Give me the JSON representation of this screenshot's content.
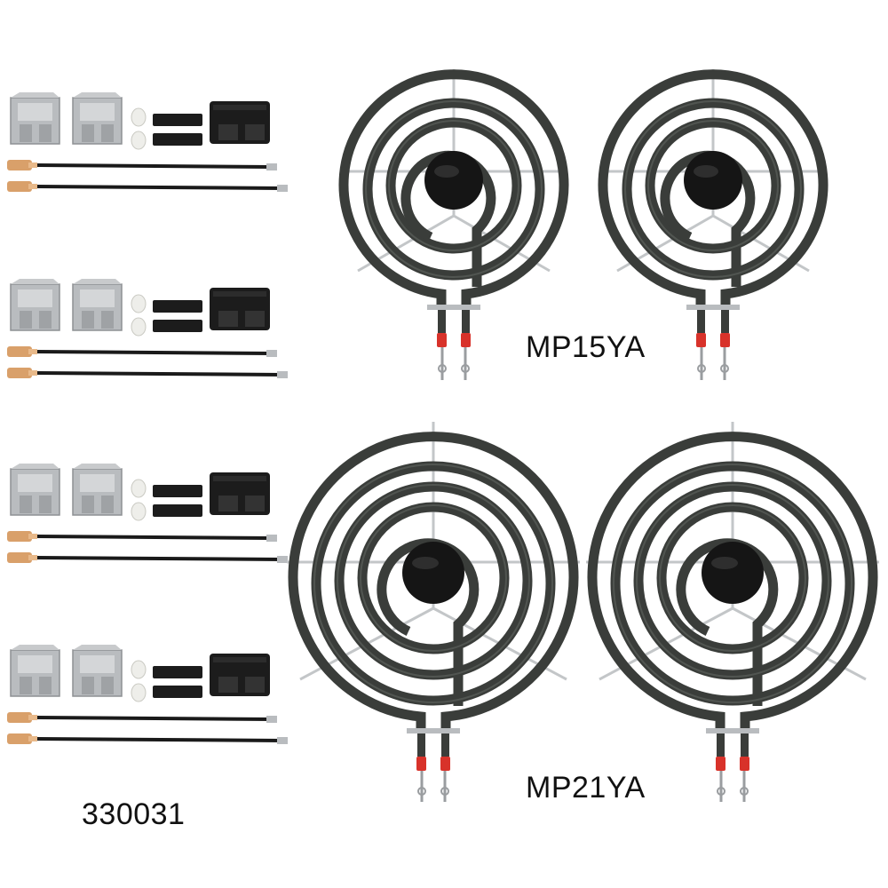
{
  "products": {
    "small_burner_label": "MP15YA",
    "large_burner_label": "MP21YA",
    "kit_label": "330031"
  },
  "counts": {
    "small_burners": 2,
    "large_burners": 2,
    "repair_kits": 4
  },
  "colors": {
    "background": "#ffffff",
    "coil": "#3a3d3a",
    "coil_highlight": "#5b605b",
    "center_cap": "#151515",
    "wire": "#1a1a1a",
    "terminal": "#d9a06a",
    "sleeve_red": "#d8322a",
    "bracket": "#b9bcbf",
    "block": "#1c1c1c",
    "ceramic": "#eeeeea"
  }
}
